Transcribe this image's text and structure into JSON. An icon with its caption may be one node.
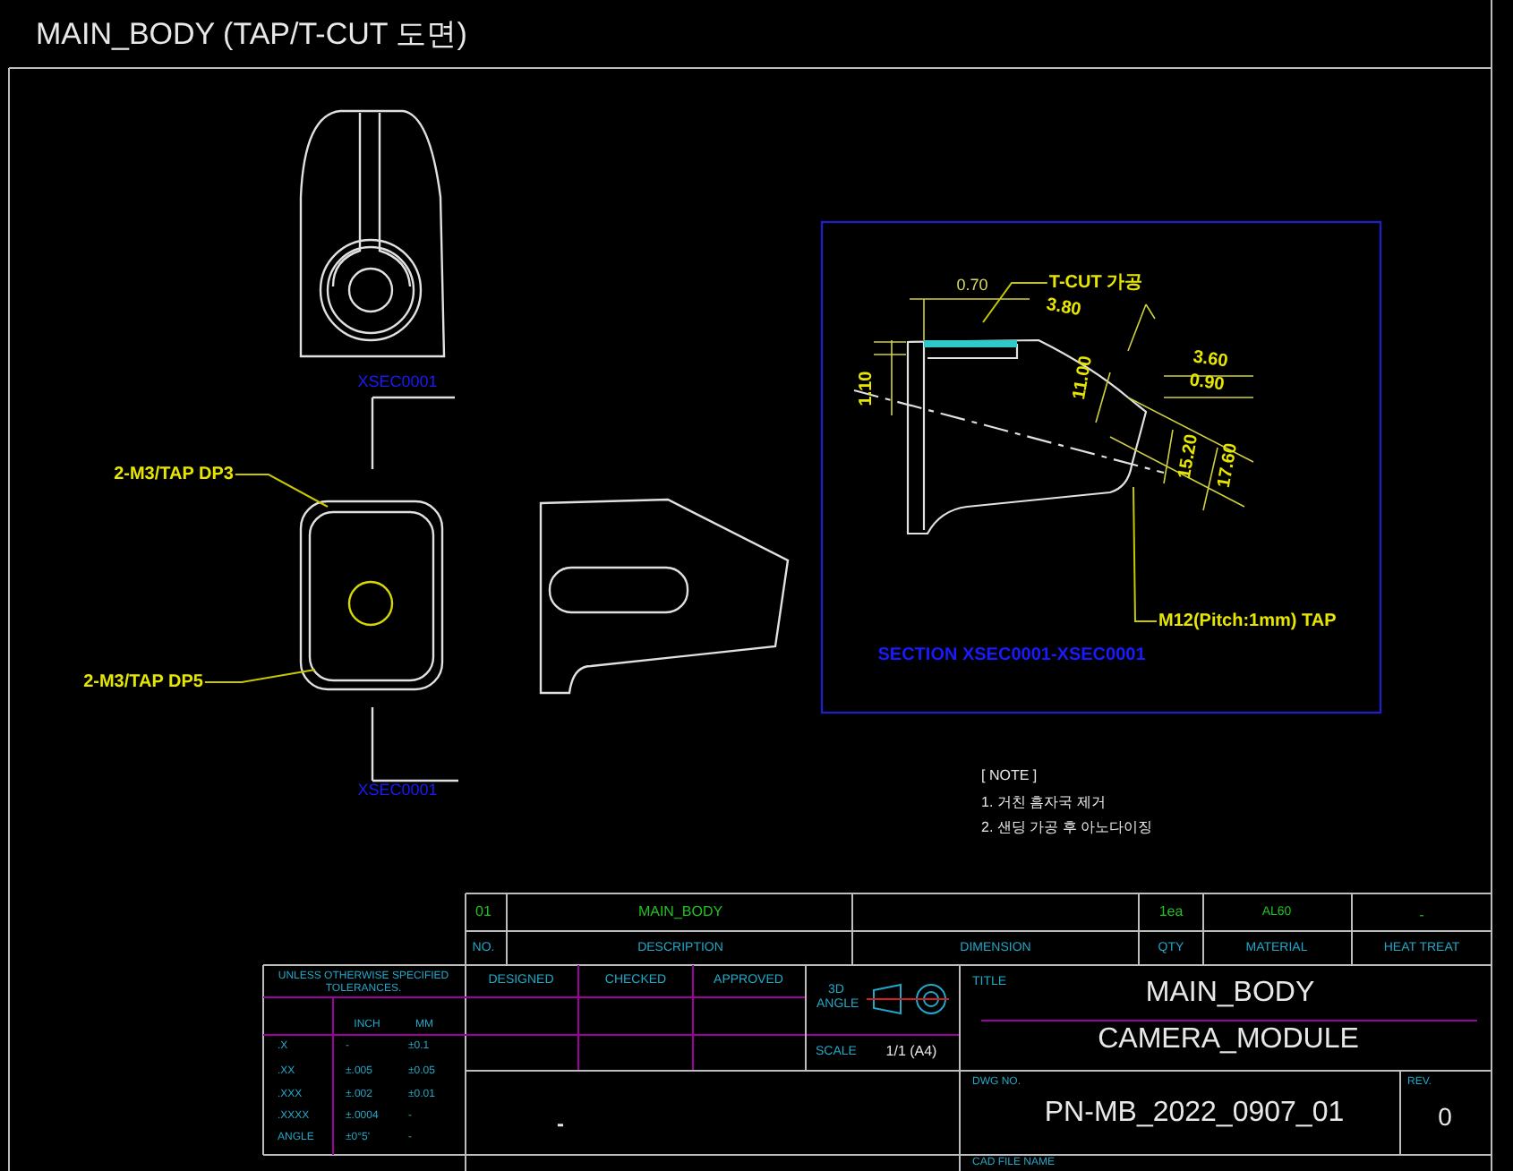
{
  "diagram": {
    "title": "MAIN_BODY (TAP/T-CUT 도면)",
    "nodes": [
      {
        "text": [
          "2-M3/TAP DP3"
        ]
      },
      {
        "text": [
          "2-M3/TAP DP5"
        ]
      },
      {
        "text": [
          "T-CUT 가공"
        ]
      },
      {
        "text": [
          "M12(Pitch:1mm) TAP"
        ]
      }
    ],
    "edges": [
      {
        "from": 0,
        "to": null,
        "arrow": "none"
      },
      {
        "from": 1,
        "to": null,
        "arrow": "none"
      },
      {
        "from": 2,
        "to": null,
        "arrow": "none"
      },
      {
        "from": 3,
        "to": null,
        "arrow": "none"
      }
    ],
    "labels": [
      "XSEC0001",
      "0.70",
      "3.80",
      "3.60",
      "0.90",
      "1.10",
      "11.00",
      "15.20",
      "17.60",
      "SECTION XSEC0001-XSEC0001",
      "XSEC0001",
      "[ NOTE ]",
      "1. 거친 흠자국 제거",
      "2. 샌딩 가공 후 아노다이징",
      "01",
      "MAIN_BODY",
      "1ea",
      "AL60",
      "-",
      "NO.",
      "DESCRIPTION",
      "DIMENSION",
      "QTY",
      "MATERIAL",
      "HEAT TREAT",
      "UNLESS OTHERWISE SPECIFIED TOLERANCES.",
      "DESIGNED",
      "CHECKED",
      "APPROVED",
      "3D ANGLE",
      "TITLE",
      "MAIN_BODY",
      "CAMERA_MODULE",
      "INCH",
      "MM",
      ".X",
      "-",
      "±0.1",
      ".XX",
      "±.005",
      "±0.05",
      ".XXX",
      "±.002",
      "±0.01",
      ".XXXX",
      "±.0004",
      "-",
      "ANGLE",
      "±0°5'",
      "-",
      "SCALE",
      "1/1 (A4)",
      "DWG NO.",
      "PN-MB_2022_0907_01",
      "REV.",
      "0",
      "-",
      "CAD FILE NAME"
    ]
  }
}
